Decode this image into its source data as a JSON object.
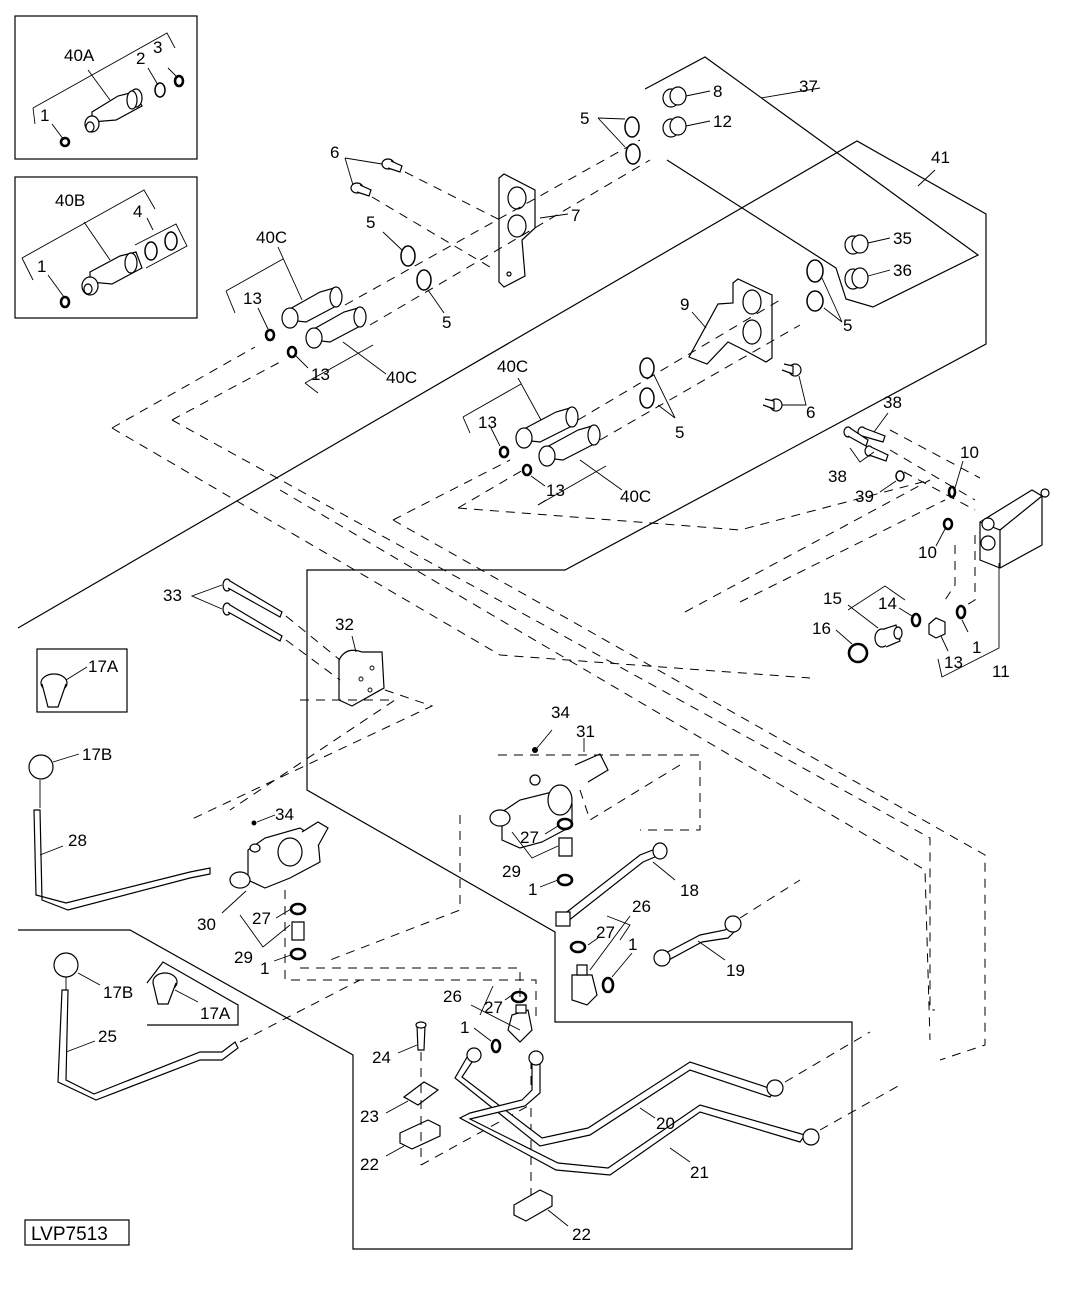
{
  "diagram": {
    "figure_id": "LVP7513",
    "type": "exploded parts diagram",
    "callouts": {
      "c40A": "40A",
      "c2": "2",
      "c3": "3",
      "c1_40A": "1",
      "c40B": "40B",
      "c4": "4",
      "c1_40B": "1",
      "c6_top": "6",
      "c5_top_left_a": "5",
      "c5_top_left_b": "5",
      "c40C_1": "40C",
      "c13_1": "13",
      "c13_2": "13",
      "c40C_2": "40C",
      "c5_top": "5",
      "c8": "8",
      "c12": "12",
      "c37": "37",
      "c7": "7",
      "c41": "41",
      "c35": "35",
      "c36": "36",
      "c5_right": "5",
      "c9": "9",
      "c40C_3": "40C",
      "c13_3": "13",
      "c13_4": "13",
      "c40C_4": "40C",
      "c5_mid": "5",
      "c6_mid": "6",
      "c38_a": "38",
      "c38_b": "38",
      "c39": "39",
      "c10_a": "10",
      "c10_b": "10",
      "c15": "15",
      "c14": "14",
      "c16": "16",
      "c13_5": "13",
      "c1_r": "1",
      "c11": "11",
      "c33": "33",
      "c32": "32",
      "c17A_1": "17A",
      "c17B_1": "17B",
      "c28": "28",
      "c34_a": "34",
      "c30": "30",
      "c27_a": "27",
      "c29_a": "29",
      "c1_a": "1",
      "c34_b": "34",
      "c31": "31",
      "c27_b": "27",
      "c29_b": "29",
      "c1_b": "1",
      "c18": "18",
      "c26_a": "26",
      "c27_c": "27",
      "c1_c": "1",
      "c19": "19",
      "c17B_2": "17B",
      "c17A_2": "17A",
      "c25": "25",
      "c26_b": "26",
      "c27_d": "27",
      "c1_d": "1",
      "c24": "24",
      "c23": "23",
      "c22_a": "22",
      "c20": "20",
      "c21": "21",
      "c22_b": "22"
    },
    "parts_legend": {
      "inset_40A": [
        "40A",
        "1",
        "2",
        "3"
      ],
      "inset_40B": [
        "40B",
        "1",
        "4"
      ],
      "group_37": [
        "5",
        "8",
        "12"
      ],
      "group_41": [
        "35",
        "36",
        "5",
        "9",
        "40C",
        "13",
        "6"
      ],
      "manifold_11": [
        "10",
        "38",
        "39",
        "14",
        "15",
        "13",
        "1",
        "16"
      ]
    }
  }
}
